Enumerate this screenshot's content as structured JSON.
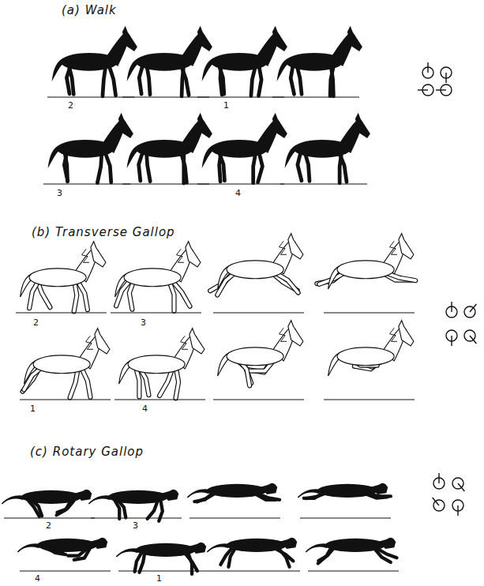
{
  "diagram": {
    "labels": [
      "(a) Walk",
      "2",
      "1",
      "3",
      "4",
      "(b) Transverse Gallop",
      "2",
      "3",
      "1",
      "4",
      "(c) Rotary Gallop",
      "2",
      "3",
      "4",
      "1"
    ]
  }
}
